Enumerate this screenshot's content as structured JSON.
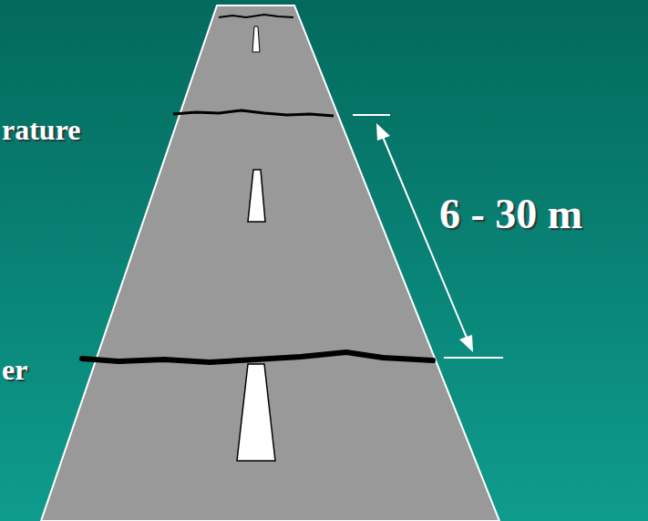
{
  "diagram": {
    "labels": [
      "rature",
      "er",
      "6 - 30 m"
    ]
  }
}
